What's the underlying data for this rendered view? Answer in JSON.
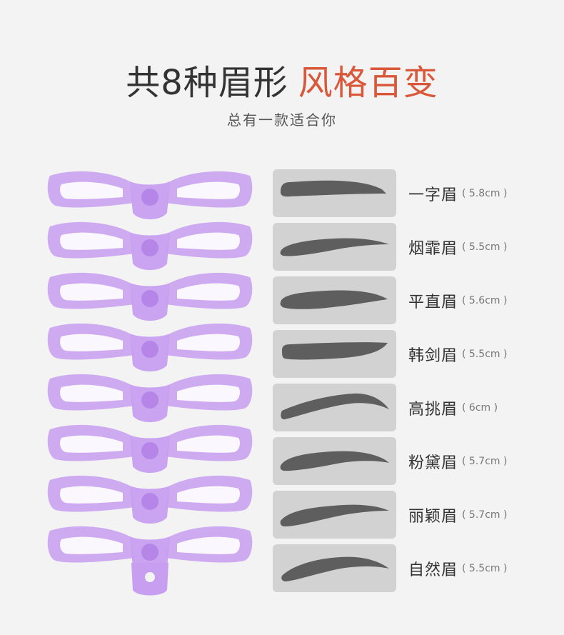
{
  "header": {
    "title_main": "共8种眉形",
    "title_accent": "风格百变",
    "subtitle": "总有一款适合你"
  },
  "colors": {
    "accent": "#d9583a",
    "stencil": "#c79ef0",
    "brow": "#5e5e5e",
    "card": "#d2d2d2",
    "background": "#f3f3f3"
  },
  "brows": [
    {
      "name": "一字眉",
      "size": "( 5.8cm )",
      "shape": "straight-brow-icon"
    },
    {
      "name": "烟霏眉",
      "size": "( 5.5cm )",
      "shape": "misty-brow-icon"
    },
    {
      "name": "平直眉",
      "size": "( 5.6cm )",
      "shape": "flat-brow-icon"
    },
    {
      "name": "韩剑眉",
      "size": "( 5.5cm )",
      "shape": "korean-sword-brow-icon"
    },
    {
      "name": "高挑眉",
      "size": "( 6cm )",
      "shape": "high-arch-brow-icon"
    },
    {
      "name": "粉黛眉",
      "size": "( 5.7cm )",
      "shape": "fendai-brow-icon"
    },
    {
      "name": "丽颖眉",
      "size": "( 5.7cm )",
      "shape": "liying-brow-icon"
    },
    {
      "name": "自然眉",
      "size": "( 5.5cm )",
      "shape": "natural-brow-icon"
    }
  ]
}
